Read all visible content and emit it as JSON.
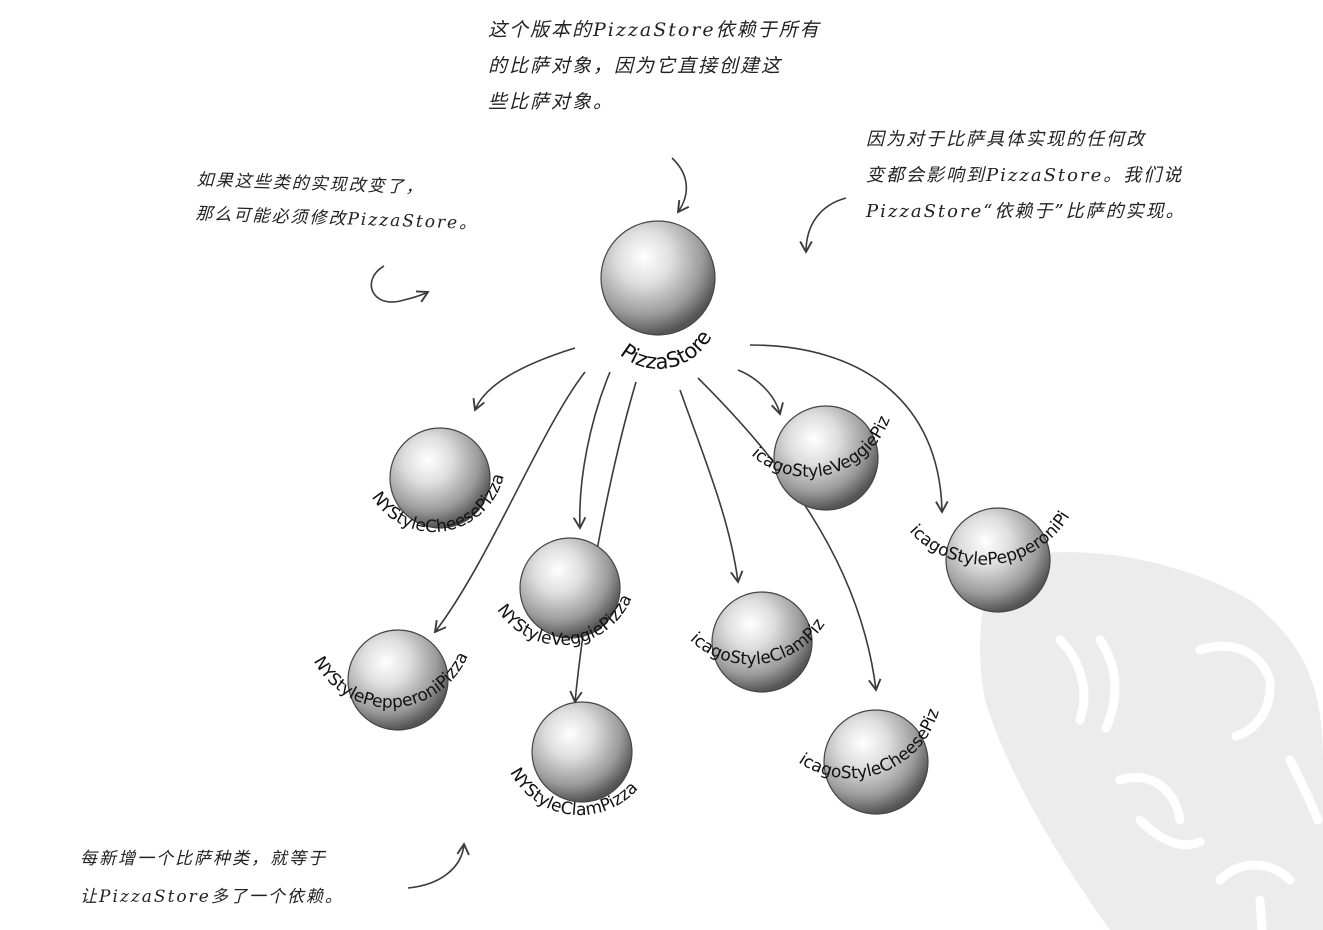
{
  "annotations": {
    "top": [
      "这个版本的PizzaStore依赖于所有",
      "的比萨对象，因为它直接创建这",
      "些比萨对象。"
    ],
    "right": [
      "因为对于比萨具体实现的任何改",
      "变都会影响到PizzaStore。我们说",
      "PizzaStore“依赖于”比萨的实现。"
    ],
    "left": [
      "如果这些类的实现改变了，",
      "那么可能必须修改PizzaStore。"
    ],
    "bottom": [
      "每新增一个比萨种类，就等于",
      "让PizzaStore多了一个依赖。"
    ]
  },
  "root": {
    "label": "PizzaStore"
  },
  "nodes": [
    {
      "id": "ny-cheese",
      "label": "NYStyleCheesePizza"
    },
    {
      "id": "ny-veggie",
      "label": "NYStyleVeggiePizza"
    },
    {
      "id": "ny-pepperoni",
      "label": "NYStylePepperoniPizza"
    },
    {
      "id": "ny-clam",
      "label": "NYStyleClamPizza"
    },
    {
      "id": "chicago-veggie",
      "label": "ChicagoStyleVeggiePizza"
    },
    {
      "id": "chicago-clam",
      "label": "ChicagoStyleClamPizza"
    },
    {
      "id": "chicago-pepperoni",
      "label": "ChicagoStylePepperoniPizza"
    },
    {
      "id": "chicago-cheese",
      "label": "ChicagoStyleCheesePizza"
    }
  ],
  "colors": {
    "line": "#3a3a3a",
    "sphere_light": "#ffffff",
    "sphere_mid": "#c8c8c8",
    "sphere_dark": "#5a5a5a",
    "watermark": "#ececec"
  }
}
